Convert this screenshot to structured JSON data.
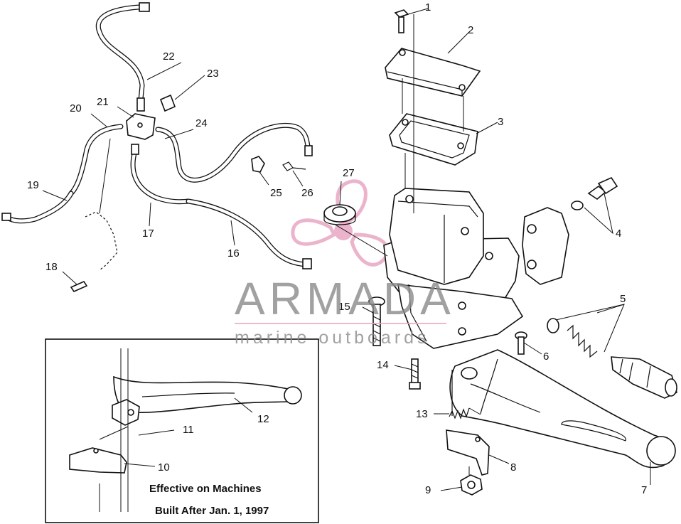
{
  "labels": [
    "1",
    "2",
    "3",
    "4",
    "5",
    "6",
    "7",
    "8",
    "9",
    "10",
    "11",
    "12",
    "13",
    "14",
    "15",
    "16",
    "17",
    "18",
    "19",
    "20",
    "21",
    "22",
    "23",
    "24",
    "25",
    "26",
    "27"
  ],
  "inset_note": {
    "line1": "Effective on Machines",
    "line2": "Built After Jan. 1, 1997"
  },
  "watermark": {
    "brand": "ARMADA",
    "tagline": "marine outboards",
    "brand_color": "#8a8a8a",
    "logo_color": "#e8a8c4"
  }
}
